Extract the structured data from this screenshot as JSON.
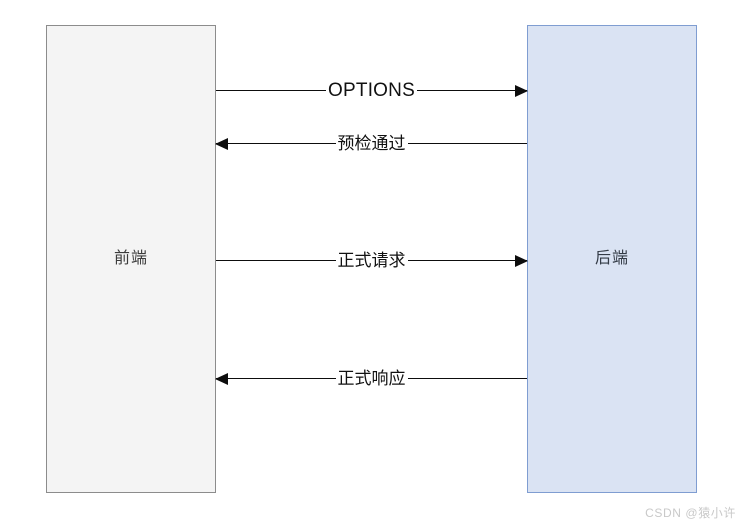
{
  "diagram": {
    "type": "sequence-flow",
    "nodes": [
      {
        "id": "frontend",
        "label": "前端",
        "fill": "#f4f4f4",
        "stroke": "#8c8c8c"
      },
      {
        "id": "backend",
        "label": "后端",
        "fill": "#dae3f3",
        "stroke": "#7f9dd1"
      }
    ],
    "messages": [
      {
        "label": "OPTIONS",
        "direction": "right",
        "from": "frontend",
        "to": "backend",
        "script": "latin"
      },
      {
        "label": "预检通过",
        "direction": "left",
        "from": "backend",
        "to": "frontend",
        "script": "han"
      },
      {
        "label": "正式请求",
        "direction": "right",
        "from": "frontend",
        "to": "backend",
        "script": "han"
      },
      {
        "label": "正式响应",
        "direction": "left",
        "from": "backend",
        "to": "frontend",
        "script": "han"
      }
    ]
  },
  "watermark": {
    "text": "CSDN @猿小许"
  }
}
